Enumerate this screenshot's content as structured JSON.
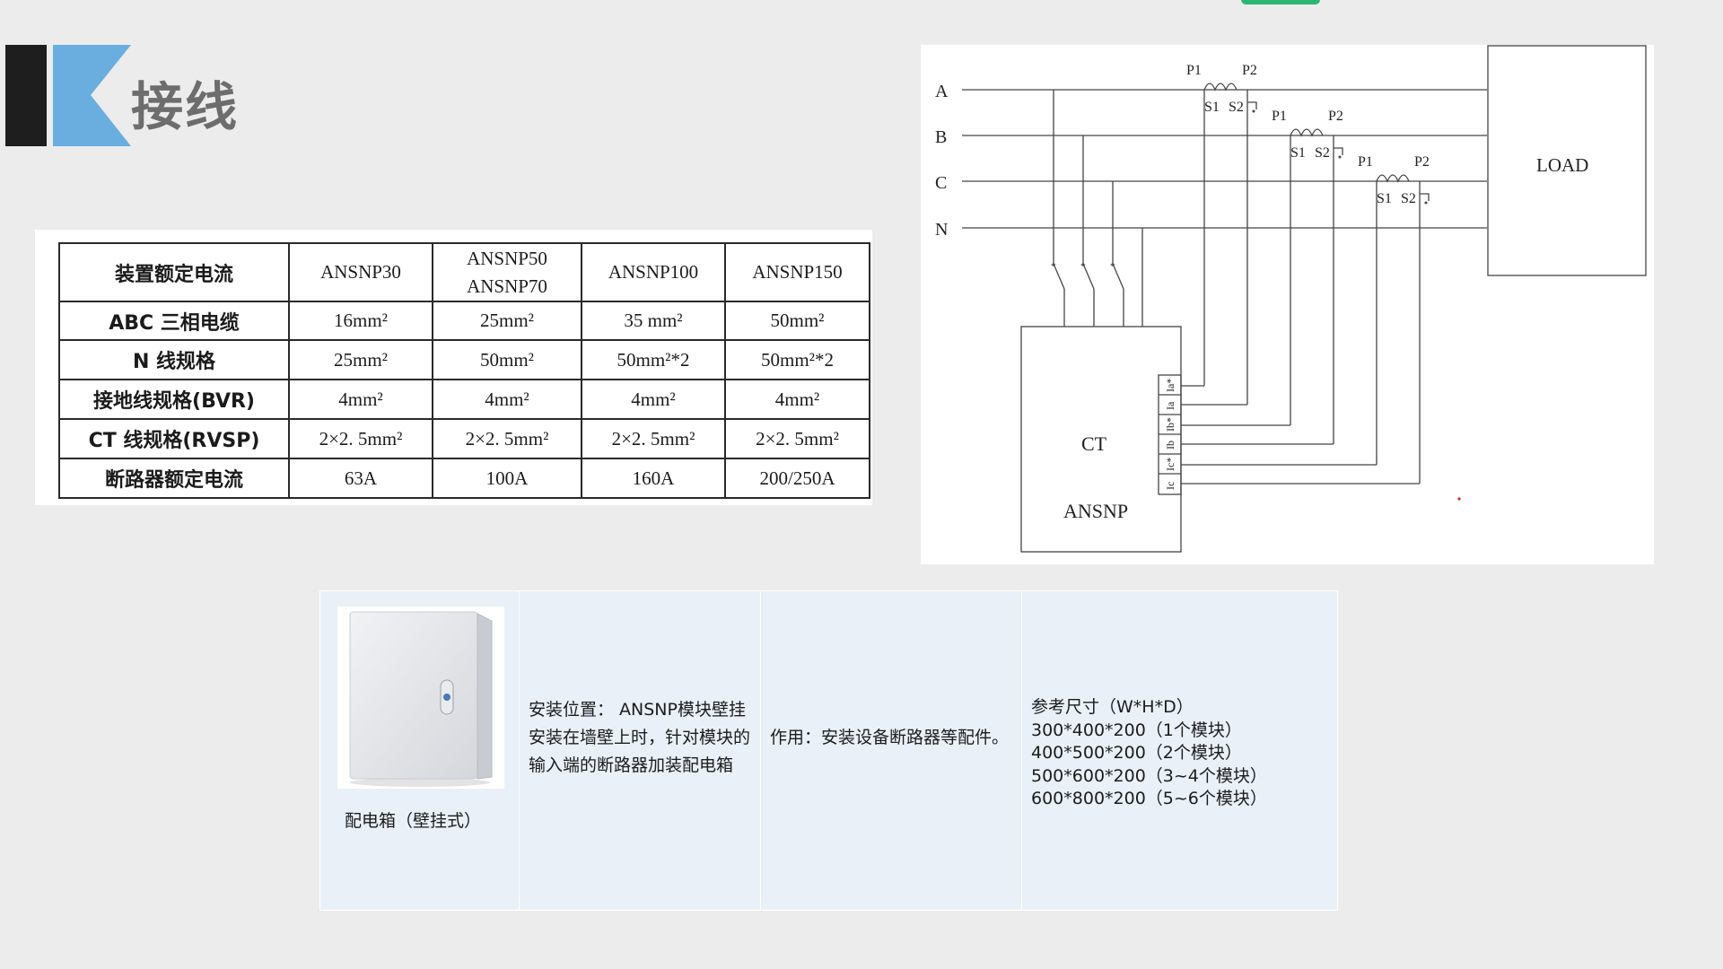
{
  "page": {
    "title": "接线"
  },
  "spec_table": {
    "header": [
      "装置额定电流",
      "ANSNP30",
      "ANSNP50",
      "ANSNP70",
      "ANSNP100",
      "ANSNP150"
    ],
    "rows": [
      {
        "label": "ABC 三相电缆",
        "values": [
          "16mm²",
          "25mm²",
          "35 mm²",
          "50mm²"
        ]
      },
      {
        "label": "N 线规格",
        "values": [
          "25mm²",
          "50mm²",
          "50mm²*2",
          "50mm²*2"
        ]
      },
      {
        "label": "接地线规格(BVR)",
        "values": [
          "4mm²",
          "4mm²",
          "4mm²",
          "4mm²"
        ]
      },
      {
        "label": "CT 线规格(RVSP)",
        "values": [
          "2×2. 5mm²",
          "2×2. 5mm²",
          "2×2. 5mm²",
          "2×2. 5mm²"
        ]
      },
      {
        "label": "断路器额定电流",
        "values": [
          "63A",
          "100A",
          "160A",
          "200/250A"
        ]
      }
    ]
  },
  "diagram": {
    "phases": [
      "A",
      "B",
      "C",
      "N"
    ],
    "ct_primary": [
      "P1",
      "P2"
    ],
    "ct_secondary": [
      "S1",
      "S2"
    ],
    "load_label": "LOAD",
    "device_labels": [
      "CT",
      "ANSNP"
    ],
    "terminal_labels": [
      "Ia*",
      "Ia",
      "Ib*",
      "Ib",
      "Ic*",
      "Ic"
    ]
  },
  "info": {
    "cabinet_caption": "配电箱（壁挂式）",
    "location_text": "安装位置： ANSNP模块壁挂安装在墙壁上时，针对模块的输入端的断路器加装配电箱",
    "function_text": "作用：安装设备断路器等配件。",
    "size_title": "参考尺寸（W*H*D）",
    "sizes": [
      "300*400*200（1个模块）",
      "400*500*200（2个模块）",
      "500*600*200（3~4个模块）",
      "600*800*200（5~6个模块）"
    ]
  },
  "colors": {
    "accent_blue": "#6aaee0",
    "title_bar": "#1e1e1e",
    "tab_green": "#2bb673",
    "cell_bg": "#e9f0f8"
  }
}
